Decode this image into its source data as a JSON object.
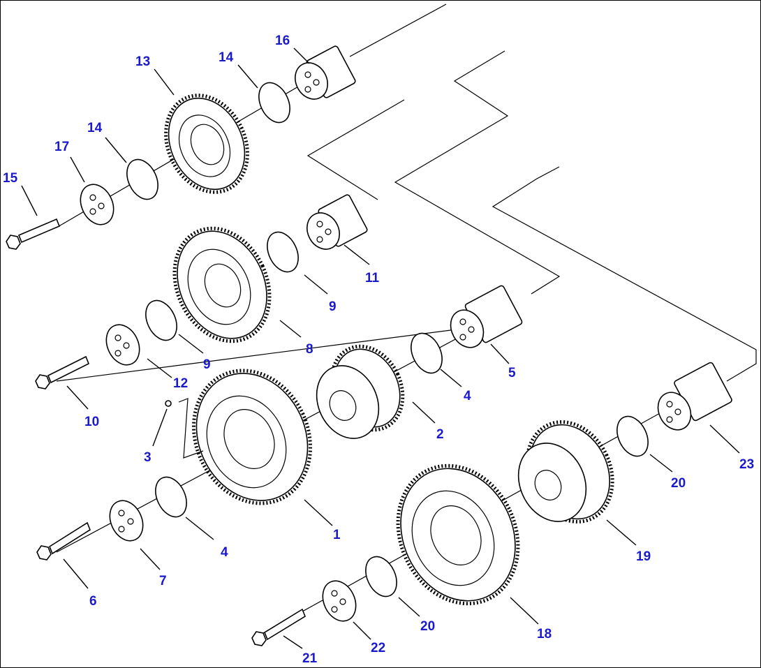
{
  "diagram": {
    "labels": [
      {
        "id": "l1",
        "text": "1"
      },
      {
        "id": "l2",
        "text": "2"
      },
      {
        "id": "l3",
        "text": "3"
      },
      {
        "id": "l4a",
        "text": "4"
      },
      {
        "id": "l4b",
        "text": "4"
      },
      {
        "id": "l5",
        "text": "5"
      },
      {
        "id": "l6",
        "text": "6"
      },
      {
        "id": "l7",
        "text": "7"
      },
      {
        "id": "l8",
        "text": "8"
      },
      {
        "id": "l9a",
        "text": "9"
      },
      {
        "id": "l9b",
        "text": "9"
      },
      {
        "id": "l10",
        "text": "10"
      },
      {
        "id": "l11",
        "text": "11"
      },
      {
        "id": "l12",
        "text": "12"
      },
      {
        "id": "l13",
        "text": "13"
      },
      {
        "id": "l14a",
        "text": "14"
      },
      {
        "id": "l14b",
        "text": "14"
      },
      {
        "id": "l15",
        "text": "15"
      },
      {
        "id": "l16",
        "text": "16"
      },
      {
        "id": "l17",
        "text": "17"
      },
      {
        "id": "l18",
        "text": "18"
      },
      {
        "id": "l19",
        "text": "19"
      },
      {
        "id": "l20a",
        "text": "20"
      },
      {
        "id": "l20b",
        "text": "20"
      },
      {
        "id": "l21",
        "text": "21"
      },
      {
        "id": "l22",
        "text": "22"
      },
      {
        "id": "l23",
        "text": "23"
      }
    ],
    "colors": {
      "label": "#1a1acc",
      "line": "#000000",
      "background": "#ffffff"
    }
  }
}
